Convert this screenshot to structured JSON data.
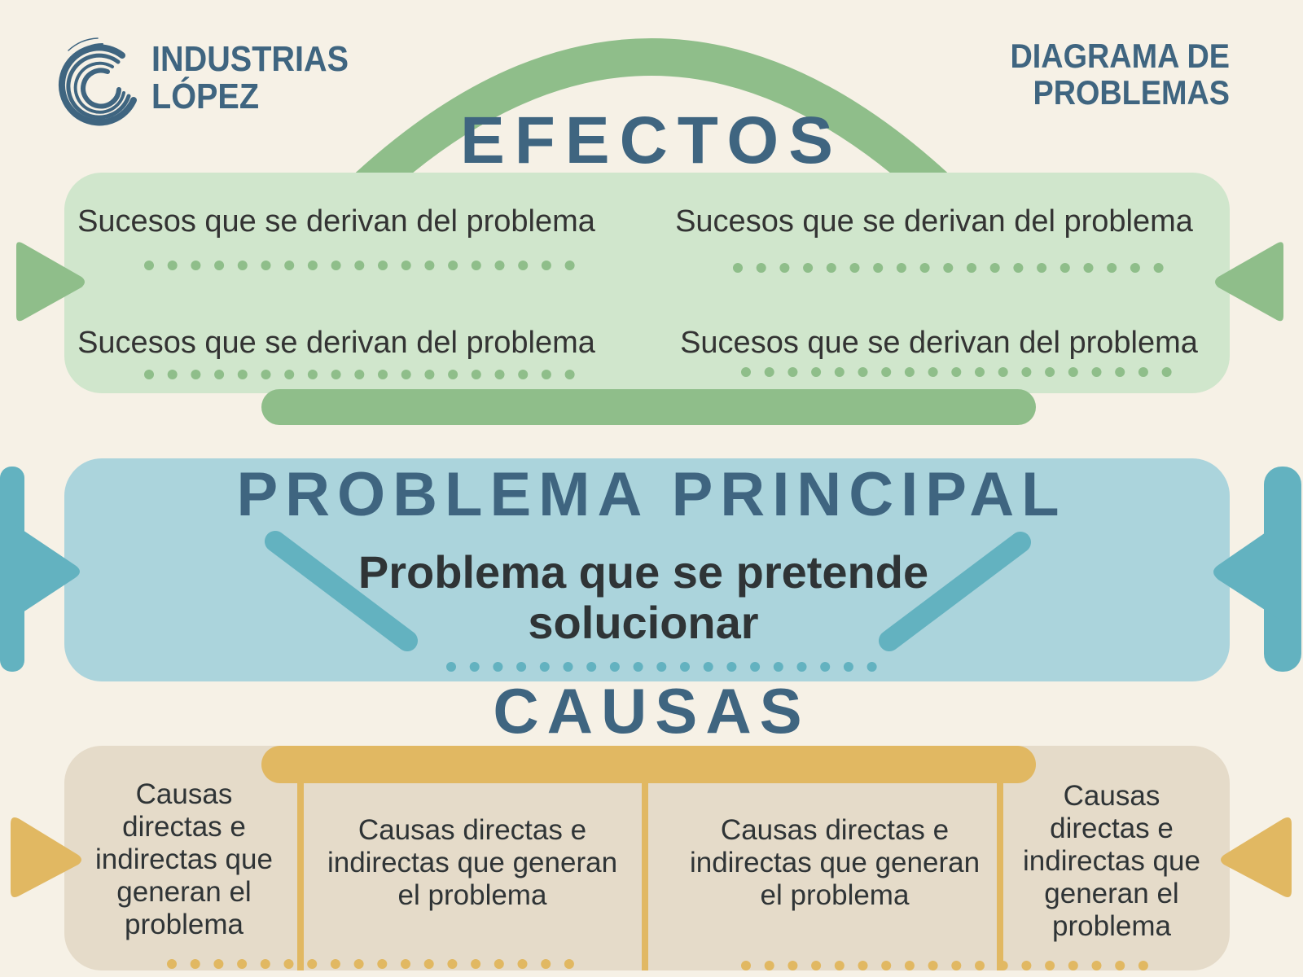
{
  "brand": {
    "line1": "INDUSTRIAS",
    "line2": "LÓPEZ"
  },
  "document": {
    "title_line1": "DIAGRAMA DE",
    "title_line2": "PROBLEMAS"
  },
  "effects": {
    "heading": "EFECTOS",
    "items": [
      "Sucesos que se derivan del problema",
      "Sucesos que se derivan del problema",
      "Sucesos que se derivan del problema",
      "Sucesos que se derivan del problema"
    ]
  },
  "problem": {
    "heading": "PROBLEMA PRINCIPAL",
    "description": "Problema que se pretende solucionar"
  },
  "causes": {
    "heading": "CAUSAS",
    "items": [
      "Causas directas e indirectas que generan el problema",
      "Causas directas e indirectas que generan el problema",
      "Causas directas e indirectas que generan el problema",
      "Causas directas e indirectas que generan el problema"
    ]
  },
  "colors": {
    "background": "#F6F1E6",
    "heading": "#3F6580",
    "effects_panel": "#D0E6CC",
    "effects_accent": "#8FBE8A",
    "problem_panel": "#ABD4DC",
    "problem_accent": "#63B2C0",
    "causes_panel": "#E5DBC9",
    "causes_accent": "#E1B862"
  }
}
